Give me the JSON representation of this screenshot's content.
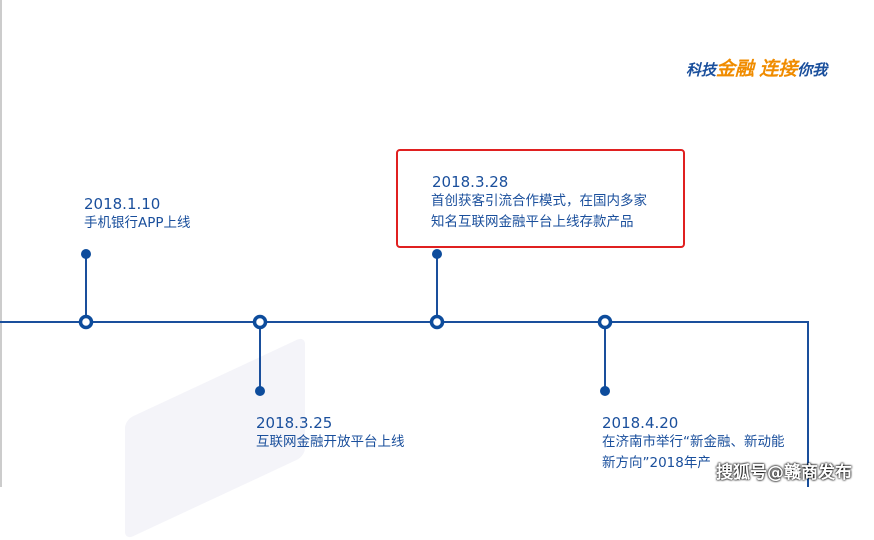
{
  "slogan": {
    "part1": "科技",
    "part2": "金融",
    "part3": "连接",
    "part4": "你我",
    "colors": {
      "blue": "#1a4f9c",
      "orange": "#f08c00"
    }
  },
  "events": [
    {
      "date": "2018.1.10",
      "desc": "手机银行APP上线"
    },
    {
      "date": "2018.3.25",
      "desc": "互联网金融开放平台上线"
    },
    {
      "date": "2018.3.28",
      "desc_line1": "首创获客引流合作模式，在国内多家",
      "desc_line2": "知名互联网金融平台上线存款产品"
    },
    {
      "date": "2018.4.20",
      "desc_line1": "在济南市举行“新金融、新动能",
      "desc_line2": "新方向”2018年产"
    }
  ],
  "watermark": "搜狐号@赣商发布",
  "highlight_color": "#e02020"
}
